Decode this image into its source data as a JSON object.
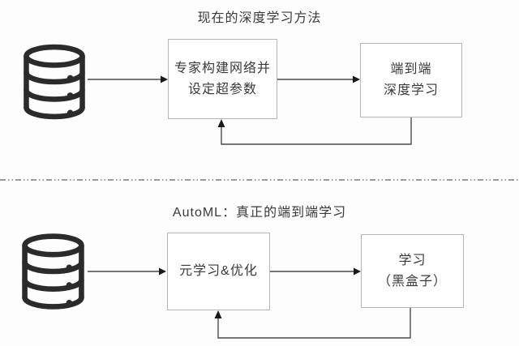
{
  "colors": {
    "background": "#fdfdfd",
    "box_border": "#b5b5b5",
    "text": "#3a3a3a",
    "connector_line": "#4a4a4a",
    "arrowhead": "#1a1a1a",
    "divider": "#9c9c9c",
    "database_icon": "#2b2b2b"
  },
  "top_section": {
    "title": "现在的深度学习方法",
    "database_icon": "database-icon",
    "box1": {
      "lines": [
        "专家构建网络并",
        "设定超参数"
      ]
    },
    "box2": {
      "lines": [
        "端到端",
        "深度学习"
      ]
    }
  },
  "bottom_section": {
    "title": "AutoML：真正的端到端学习",
    "database_icon": "database-icon",
    "box1": {
      "lines": [
        "元学习&优化"
      ]
    },
    "box2": {
      "lines": [
        "学习",
        "（黑盒子）"
      ]
    }
  }
}
